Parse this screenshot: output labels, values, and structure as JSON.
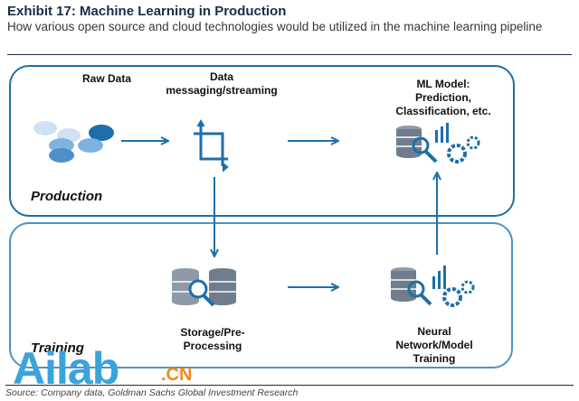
{
  "header": {
    "title": "Exhibit 17: Machine Learning in Production",
    "subtitle": "How various open source and cloud technologies would be utilized in the machine learning pipeline"
  },
  "panels": {
    "production": "Production",
    "training": "Training"
  },
  "nodes": {
    "raw_data": "Raw Data",
    "messaging_line1": "Data",
    "messaging_line2": "messaging/streaming",
    "ml_model_line1": "ML Model:",
    "ml_model_line2": "Prediction,",
    "ml_model_line3": "Classification, etc.",
    "storage_line1": "Storage/Pre-",
    "storage_line2": "Processing",
    "nn_line1": "Neural",
    "nn_line2": "Network/Model",
    "nn_line3": "Training"
  },
  "footer": {
    "source": "Source: Company data, Goldman Sachs Global Investment Research"
  },
  "watermark": {
    "main": "Ailab",
    "suffix": ".CN"
  },
  "colors": {
    "primary": "#1d6fa9",
    "light": "#7fb3dd",
    "icon_gray": "#8e9aa8"
  }
}
